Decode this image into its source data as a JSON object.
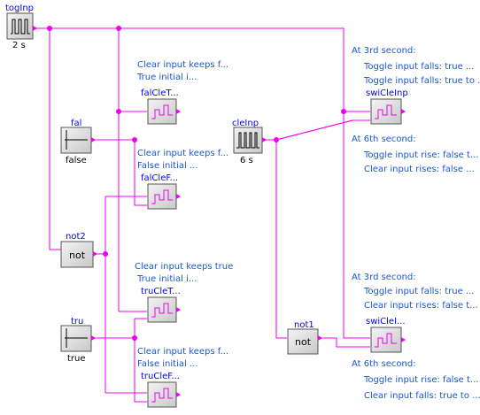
{
  "diagram": {
    "blocks": {
      "togInp": {
        "name": "togInp",
        "param": "2 s"
      },
      "fal": {
        "name": "fal",
        "param": "false"
      },
      "not2": {
        "name": "not2",
        "label": "not"
      },
      "tru": {
        "name": "tru",
        "param": "true"
      },
      "falCleT": {
        "name": "falCleT..."
      },
      "falCleF": {
        "name": "falCleF..."
      },
      "truCleT": {
        "name": "truCleT..."
      },
      "truCleF": {
        "name": "truCleF..."
      },
      "cleInp": {
        "name": "cleInp",
        "param": "6 s"
      },
      "not1": {
        "name": "not1",
        "label": "not"
      },
      "swiCleInp": {
        "name": "swiCleInp"
      },
      "swiCleI": {
        "name": "swiCleI..."
      }
    },
    "notes": {
      "falCleT": [
        "Clear input keeps f...",
        "True initial i..."
      ],
      "falCleF": [
        "Clear input keeps f...",
        "False initial ..."
      ],
      "truCleT": [
        "Clear input keeps true",
        "True initial i..."
      ],
      "truCleF": [
        "Clear input keeps f...",
        "False initial ..."
      ],
      "swi1": [
        "At 3rd second:",
        "Toggle input falls: true ...",
        "Toggle input falls: true to ...",
        "At 6th second:",
        "Toggle input rise: false t...",
        "Clear input rises: false ..."
      ],
      "swi2": [
        "At 3rd second:",
        "Toggle input falls: true ...",
        "Clear input rises: false t...",
        "At 6th second:",
        "Toggle input rise: false t...",
        "Clear input falls: true to ..."
      ]
    }
  }
}
